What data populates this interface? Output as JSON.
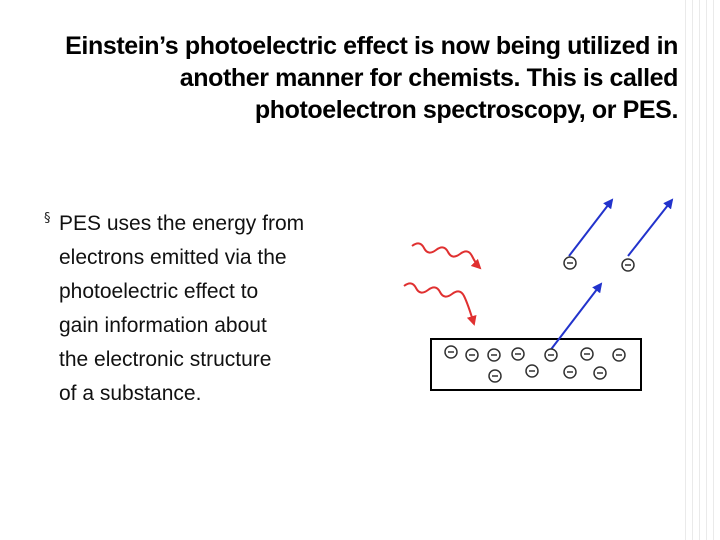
{
  "title": {
    "lines": [
      "Einstein’s photoelectric effect is now being utilized in",
      "another manner for chemists.  This is called",
      "photoelectron spectroscopy, or PES."
    ]
  },
  "bullet": {
    "marker": "§",
    "lines": [
      "PES uses the energy from",
      "electrons emitted via the",
      "photoelectric effect to",
      "gain information about",
      "the electronic structure",
      "of a substance."
    ]
  },
  "diagram": {
    "electron_symbol": "−",
    "photon_color": "#e03030",
    "electron_path_color": "#2233cc",
    "material_border_color": "#000000"
  }
}
